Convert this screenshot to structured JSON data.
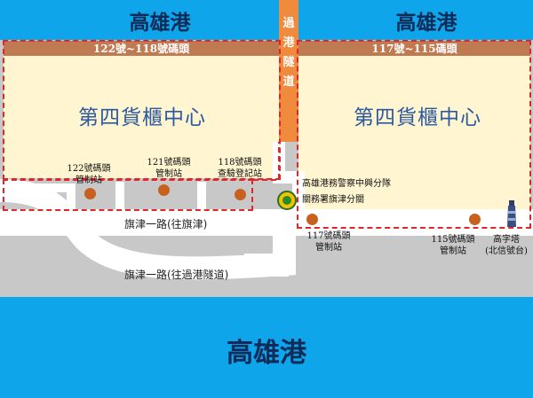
{
  "harbor": {
    "top_left": "高雄港",
    "top_right": "高雄港",
    "bottom": "高雄港"
  },
  "tunnel": {
    "chars": [
      "過",
      "港",
      "隧",
      "道"
    ]
  },
  "cargo_centers": {
    "left": {
      "band": "122號~118號碼頭",
      "name": "第四貨櫃中心"
    },
    "right": {
      "band": "117號~115碼頭",
      "name": "第四貨櫃中心"
    }
  },
  "stations": {
    "s122": "122號碼頭\n管制站",
    "s121": "121號碼頭\n管制站",
    "s118": "118號碼頭\n查驗登記站",
    "s117": "117號碼頭\n管制站",
    "s115": "115號碼頭\n管制站",
    "tower": "高字塔\n(北信號台)"
  },
  "police": {
    "line1": "高雄港務警察中興分隊",
    "line2": "關務署旗津分關"
  },
  "roads": {
    "upper": "旗津一路(往旗津)",
    "lower": "旗津一路(往過港隧道)"
  },
  "colors": {
    "water": "#0ea5ea",
    "cargo": "#fff5d0",
    "band": "#c07a52",
    "dash": "#e0262a",
    "station": "#c8611f",
    "tunnel": "#f08a3c"
  },
  "icons": {
    "police": "police-badge-icon",
    "tower": "lighthouse-icon"
  }
}
